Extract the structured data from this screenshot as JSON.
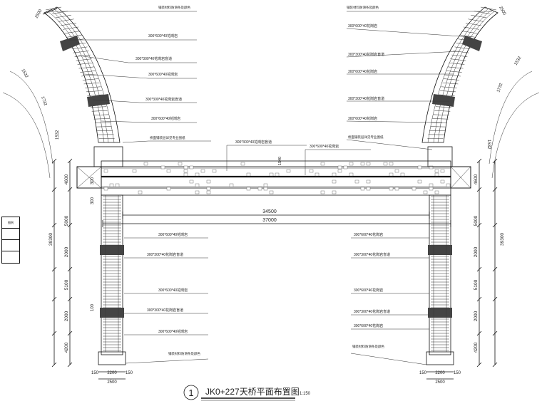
{
  "drawing": {
    "title_number": "1",
    "title_text": "JK0+227天桥平面布置图",
    "scale_text": "1:150"
  },
  "dimensions": {
    "span_inner": "34500",
    "span_outer": "37000",
    "left_vertical": [
      "4200",
      "2000",
      "5100",
      "2000",
      "5000",
      "4600"
    ],
    "left_total": "39300",
    "right_vertical": [
      "4200",
      "2000",
      "5100",
      "2000",
      "5000",
      "4600"
    ],
    "right_total": "39300",
    "base_widths": [
      "150",
      "2200",
      "150"
    ],
    "base_total": "2500",
    "left_ramp_dims": [
      "2500",
      "1532",
      "1732",
      "1532"
    ],
    "right_ramp_dims": [
      "2500",
      "1532",
      "1732",
      "1532"
    ],
    "side_labels": [
      "300",
      "300",
      "100"
    ],
    "deck_height": "1540"
  },
  "notes": {
    "left_upper": [
      "铺装材料防滑条及颜色",
      "300*600*40花岗岩",
      "300*300*40花岗岩盲道",
      "300*600*40花岗岩",
      "300*300*40花岗岩盲道",
      "300*600*40花岗岩",
      "桥面铺装层详见专业图纸"
    ],
    "right_upper": [
      "铺装材料防滑条及颜色",
      "300*600*40花岗岩",
      "300*300*40花岗岩盲道",
      "300*600*40花岗岩",
      "300*300*40花岗岩盲道",
      "300*600*40花岗岩",
      "桥面铺装层详见专业图纸"
    ],
    "deck_left": "300*300*40花岗岩盲道",
    "deck_right": "300*600*40花岗岩",
    "left_stair": [
      "300*600*40花岗岩",
      "300*300*40花岗岩盲道",
      "300*600*40花岗岩",
      "300*300*40花岗岩盲道",
      "300*600*40花岗岩",
      "铺装材料防滑条及颜色"
    ],
    "right_stair": [
      "300*600*40花岗岩",
      "300*300*40花岗岩盲道",
      "300*600*40花岗岩",
      "300*300*40花岗岩盲道",
      "300*600*40花岗岩",
      "铺装材料防滑条及颜色"
    ]
  },
  "legend": {
    "rows": [
      "图例",
      "",
      "",
      ""
    ]
  }
}
